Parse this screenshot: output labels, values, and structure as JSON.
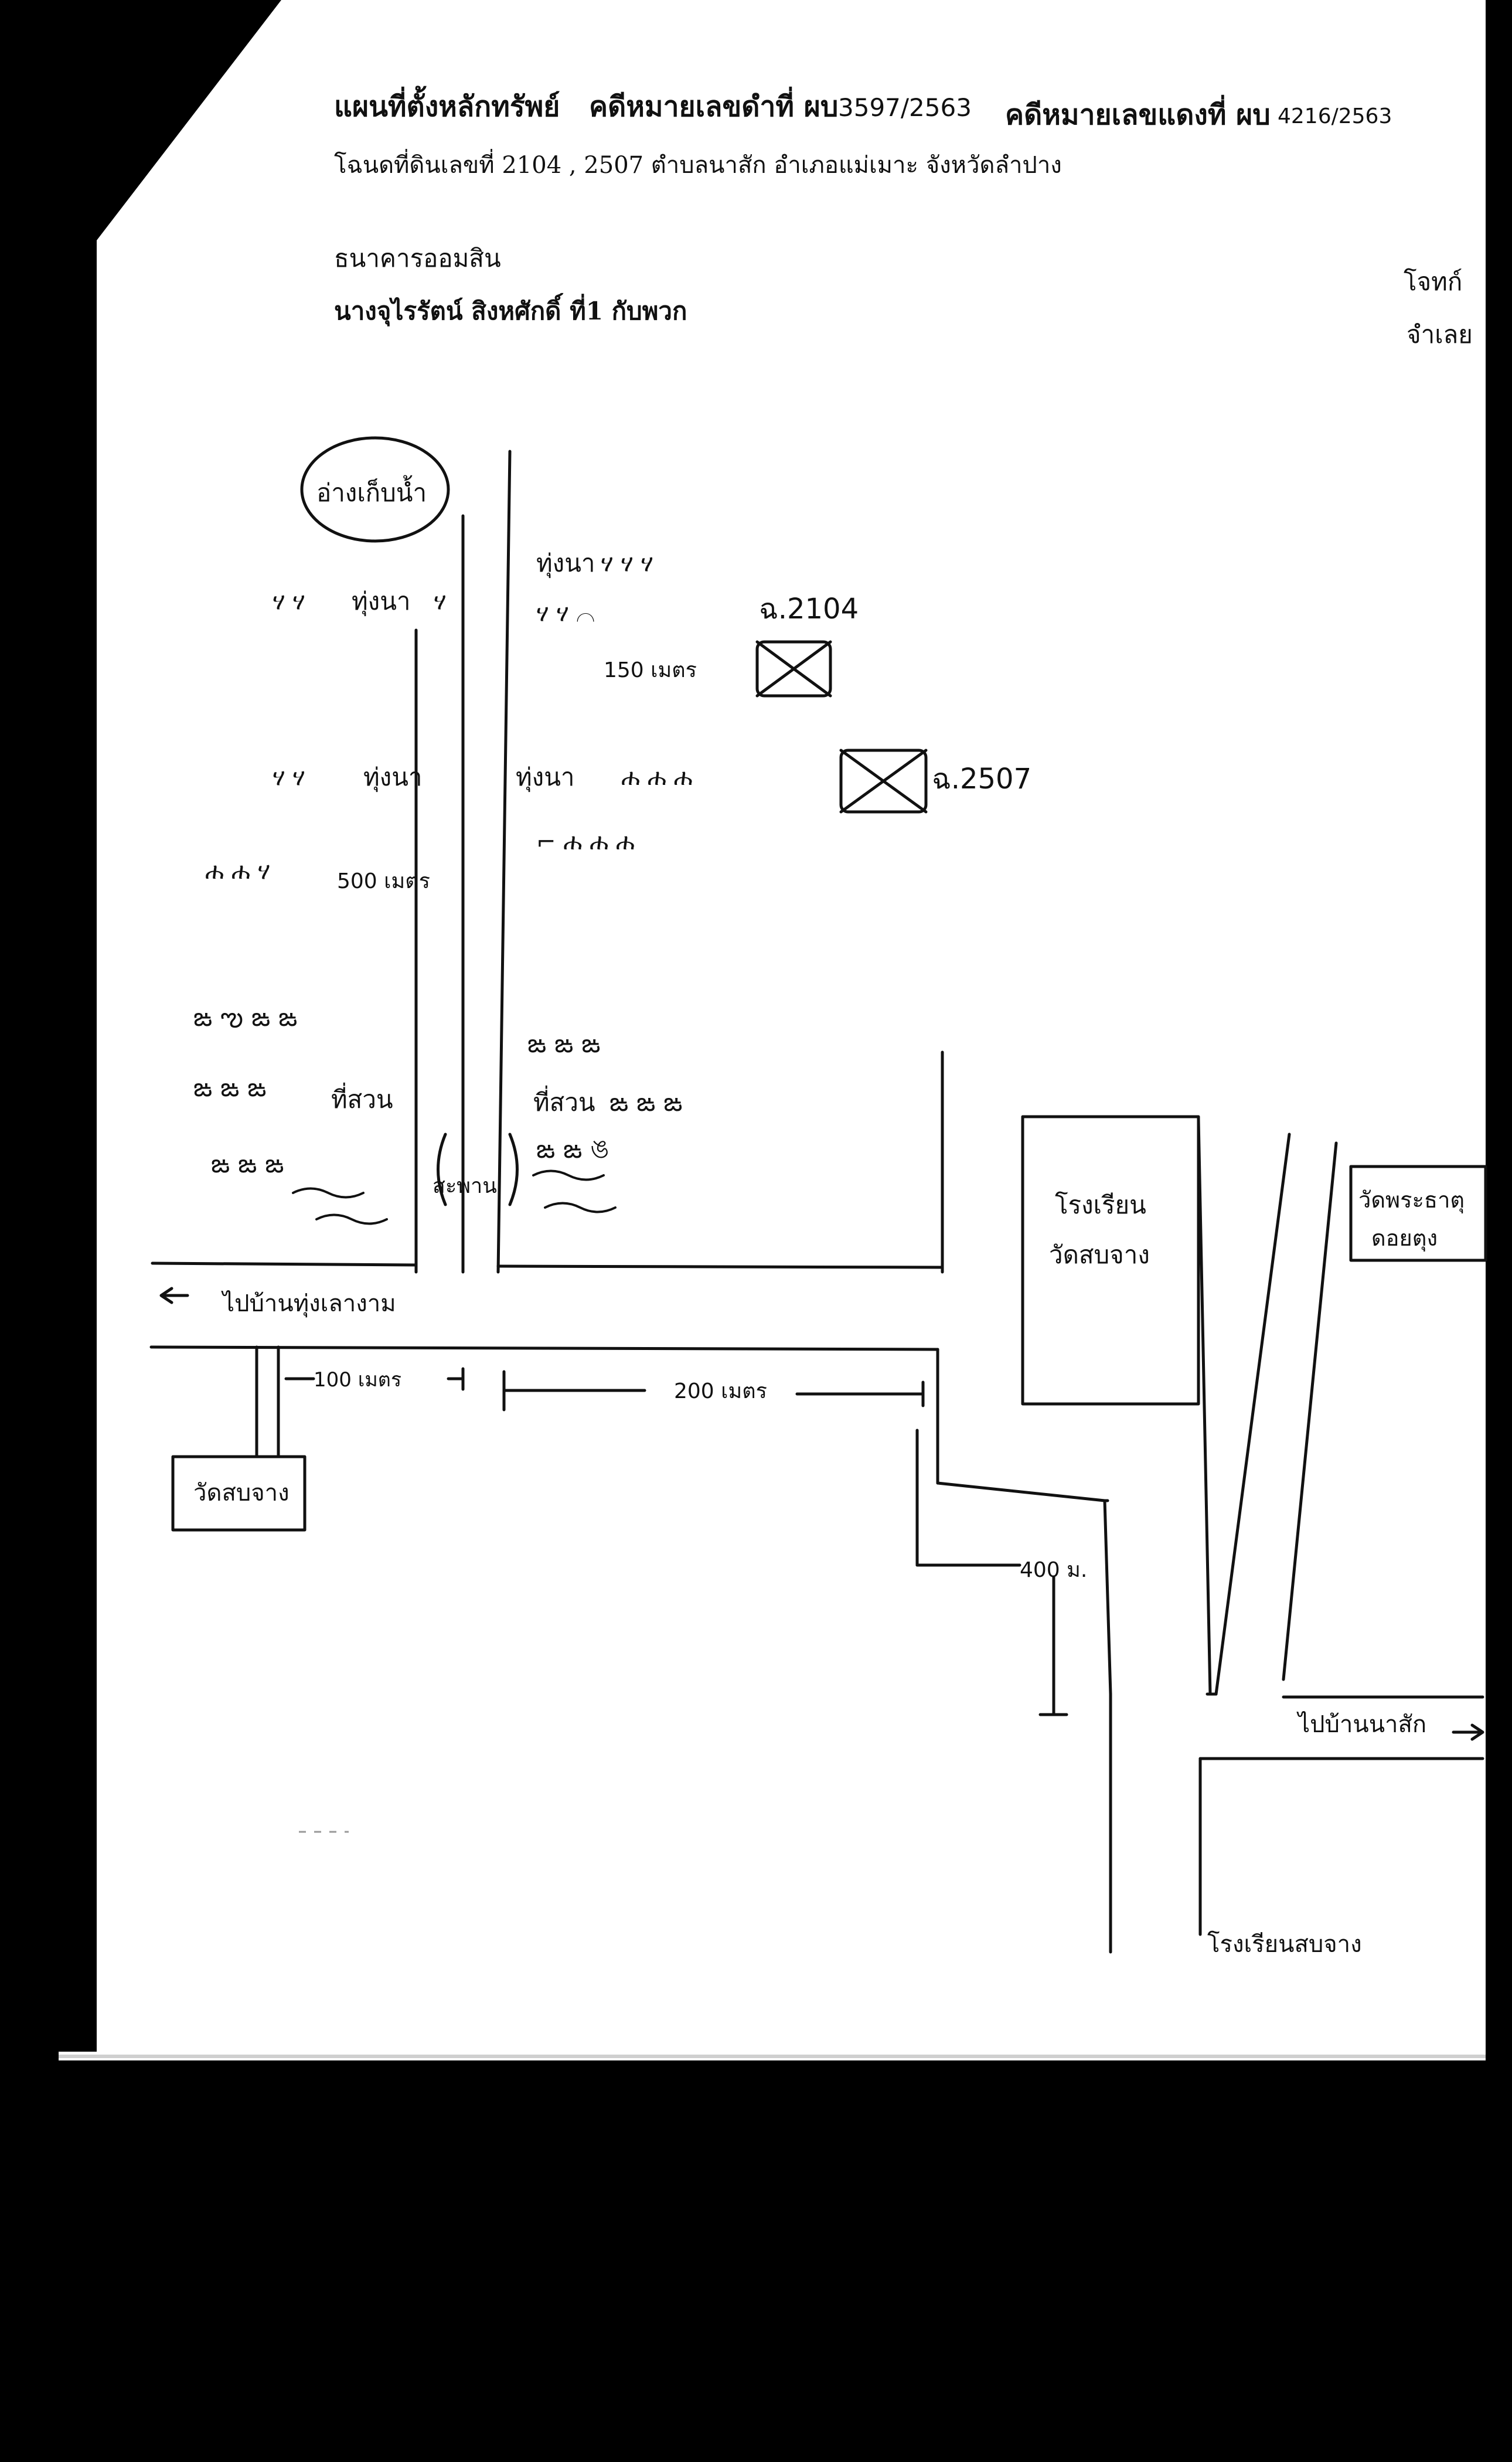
{
  "header": {
    "title": "แผนที่ตั้งหลักทรัพย์",
    "black_case_label": "คดีหมายเลขดำที่ ผบ",
    "black_case_no": "3597/2563",
    "red_case_label": "คดีหมายเลขแดงที่ ผบ",
    "red_case_no": "4216/2563",
    "deed_line": "โฉนดที่ดินเลขที่ 2104 , 2507  ตำบลนาสัก  อำเภอแม่เมาะ  จังหวัดลำปาง"
  },
  "parties": {
    "plaintiff_name": "ธนาคารออมสิน",
    "defendant_name": "นางจุไรรัตน์ สิงหศักดิ์ ที่1 กับพวก",
    "plaintiff_role": "โจทก์",
    "defendant_role": "จำเลย"
  },
  "map": {
    "reservoir": "อ่างเก็บน้ำ",
    "paddy": "ทุ่งนา",
    "distance_150": "150 เมตร",
    "distance_500": "500 เมตร",
    "distance_100": "100 เมตร",
    "distance_200": "200 เมตร",
    "distance_400": "400 ม.",
    "parcel_2104": "ฉ.2104",
    "parcel_2507": "ฉ.2507",
    "garden": "ที่สวน",
    "bridge": "สะพาน",
    "to_thung_lao": "ไปบ้านทุ่งเลางาม",
    "school_top": "โรงเรียน",
    "school_bottom": "วัดสบจาง",
    "wat_left": "วัดสบจาง",
    "wat_phra_that_top": "วัดพระธาตุ",
    "wat_phra_that_bottom": "ดอยตุง",
    "to_na_sak": "ไปบ้านนาสัก",
    "school_sop_chang": "โรงเรียนสบจาง"
  },
  "colors": {
    "parcel_fill": "#f7c1b2",
    "ink": "#111111",
    "paper": "#ffffff"
  }
}
